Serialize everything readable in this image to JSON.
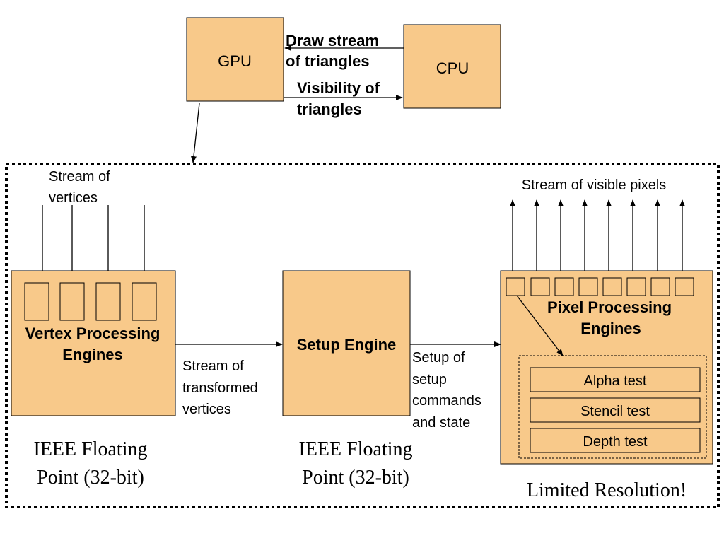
{
  "colors": {
    "box_fill": "#F8C98A",
    "stroke": "#000000",
    "background": "#FFFFFF"
  },
  "top": {
    "gpu_label": "GPU",
    "cpu_label": "CPU",
    "draw_stream_line1": "Draw stream",
    "draw_stream_line2": "of triangles",
    "visibility_line1": "Visibility of",
    "visibility_line2": "triangles"
  },
  "vertex": {
    "input_label_line1": "Stream of",
    "input_label_line2": "vertices",
    "title_line1": "Vertex Processing",
    "title_line2": "Engines",
    "output_label_line1": "Stream of",
    "output_label_line2": "transformed",
    "output_label_line3": "vertices",
    "precision_line1": "IEEE Floating",
    "precision_line2": "Point (32-bit)"
  },
  "setup": {
    "title": "Setup Engine",
    "output_label_line1": "Setup of",
    "output_label_line2": "setup",
    "output_label_line3": "commands",
    "output_label_line4": "and state",
    "precision_line1": "IEEE Floating",
    "precision_line2": "Point (32-bit)"
  },
  "pixel": {
    "output_label": "Stream of visible pixels",
    "title_line1": "Pixel Processing",
    "title_line2": "Engines",
    "tests": [
      "Alpha test",
      "Stencil test",
      "Depth test"
    ],
    "resolution_note": "Limited Resolution!"
  }
}
